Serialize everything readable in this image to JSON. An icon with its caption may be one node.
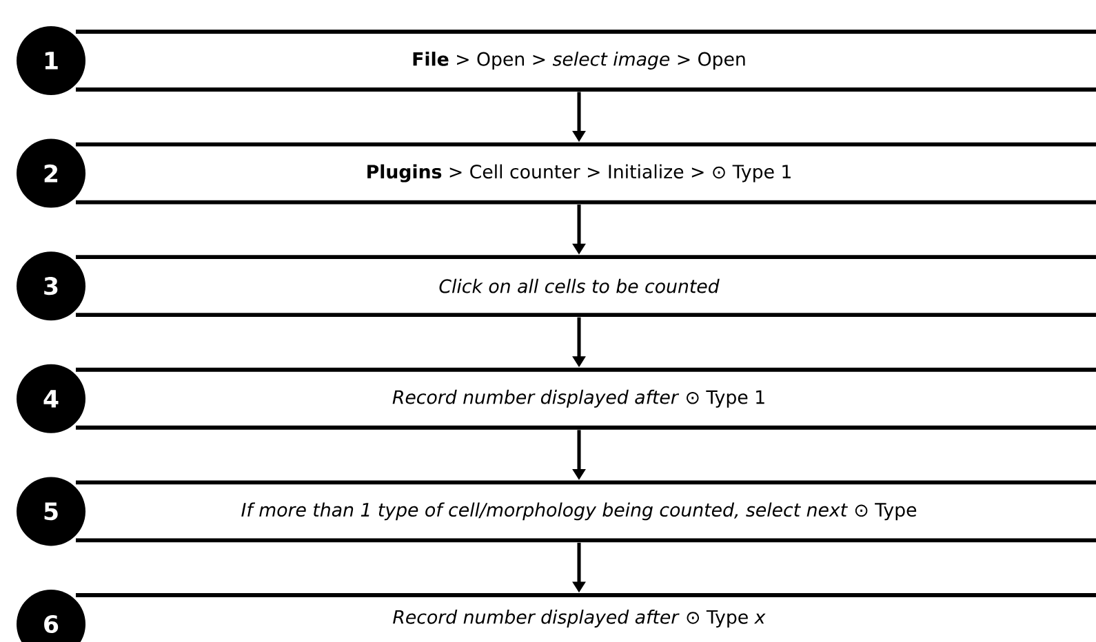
{
  "diagram": {
    "nodes": [
      {
        "text": [
          "1"
        ]
      },
      {
        "text": [
          "**File** > Open > *select image* > Open"
        ]
      },
      {
        "text": [
          "2"
        ]
      },
      {
        "text": [
          "**Plugins** > Cell counter > Initialize > ⊙ Type 1"
        ]
      },
      {
        "text": [
          "3"
        ]
      },
      {
        "text": [
          "Click on all cells to be counted"
        ]
      },
      {
        "text": [
          "4"
        ]
      },
      {
        "text": [
          "*Record number displayed after* ⊙ Type 1"
        ]
      },
      {
        "text": [
          "5"
        ]
      },
      {
        "text": [
          "*If more than 1 type of cell/morphology being counted, select next* ⊙ Type"
        ]
      },
      {
        "text": [
          "6"
        ]
      },
      {
        "text": [
          "*Record number displayed after* ⊙ Type *x*"
        ]
      }
    ],
    "edges": [
      {
        "from": 1,
        "to": 3,
        "arrow": "to"
      },
      {
        "from": 3,
        "to": 5,
        "arrow": "to"
      },
      {
        "from": 5,
        "to": 7,
        "arrow": "to"
      },
      {
        "from": 7,
        "to": 9,
        "arrow": "to"
      },
      {
        "from": 9,
        "to": 11,
        "arrow": "to"
      }
    ]
  }
}
